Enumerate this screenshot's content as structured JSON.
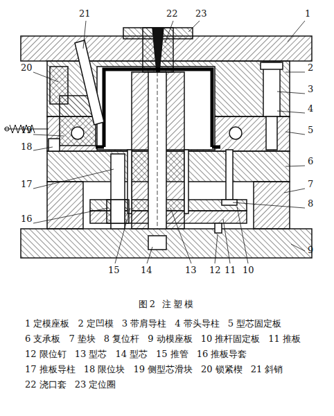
{
  "diagram": {
    "caption": "图2 注塑模",
    "labels": [
      "21",
      "22",
      "23",
      "1",
      "20",
      "2",
      "3",
      "4",
      "19",
      "5",
      "18",
      "6",
      "17",
      "7",
      "8",
      "16",
      "9",
      "15",
      "14",
      "13",
      "12",
      "11",
      "10",
      "1 定模座板",
      "2 定凹模",
      "3 带肩导柱",
      "4 带头导柱",
      "5 型芯固定板",
      "6 支承板",
      "7 垫块",
      "8 复位杆",
      "9 动模座板",
      "10 推杆固定板",
      "11 推板",
      "12 限位钉",
      "13 型芯",
      "14 型芯",
      "15 推管",
      "16 推板导套",
      "17 推板导柱",
      "18 限位块",
      "19 侧型芯滑块",
      "20 锁紧楔",
      "21 斜销",
      "22 浇口套",
      "23 定位圈"
    ]
  }
}
